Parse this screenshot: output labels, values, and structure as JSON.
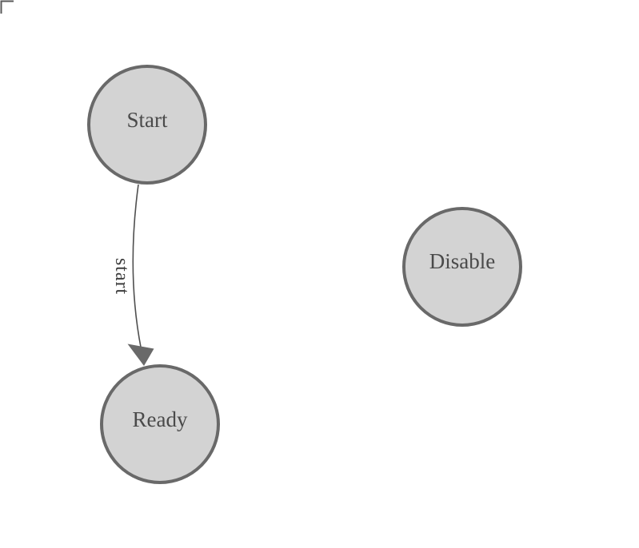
{
  "diagram": {
    "type": "state-machine",
    "nodes": [
      {
        "id": "start",
        "label": "Start"
      },
      {
        "id": "ready",
        "label": "Ready"
      },
      {
        "id": "disable",
        "label": "Disable"
      }
    ],
    "edges": [
      {
        "id": "start-to-ready",
        "from": "start",
        "to": "ready",
        "label": "start"
      }
    ],
    "colors": {
      "background": "#ffffff",
      "node_fill": "#d3d3d3",
      "node_stroke": "#696969",
      "node_label": "#4a4a4a",
      "edge_stroke": "#4f4f4f",
      "arrowhead": "#696969",
      "edge_label": "#3d3d3d",
      "origin_marker": "#5a5a5a"
    }
  }
}
